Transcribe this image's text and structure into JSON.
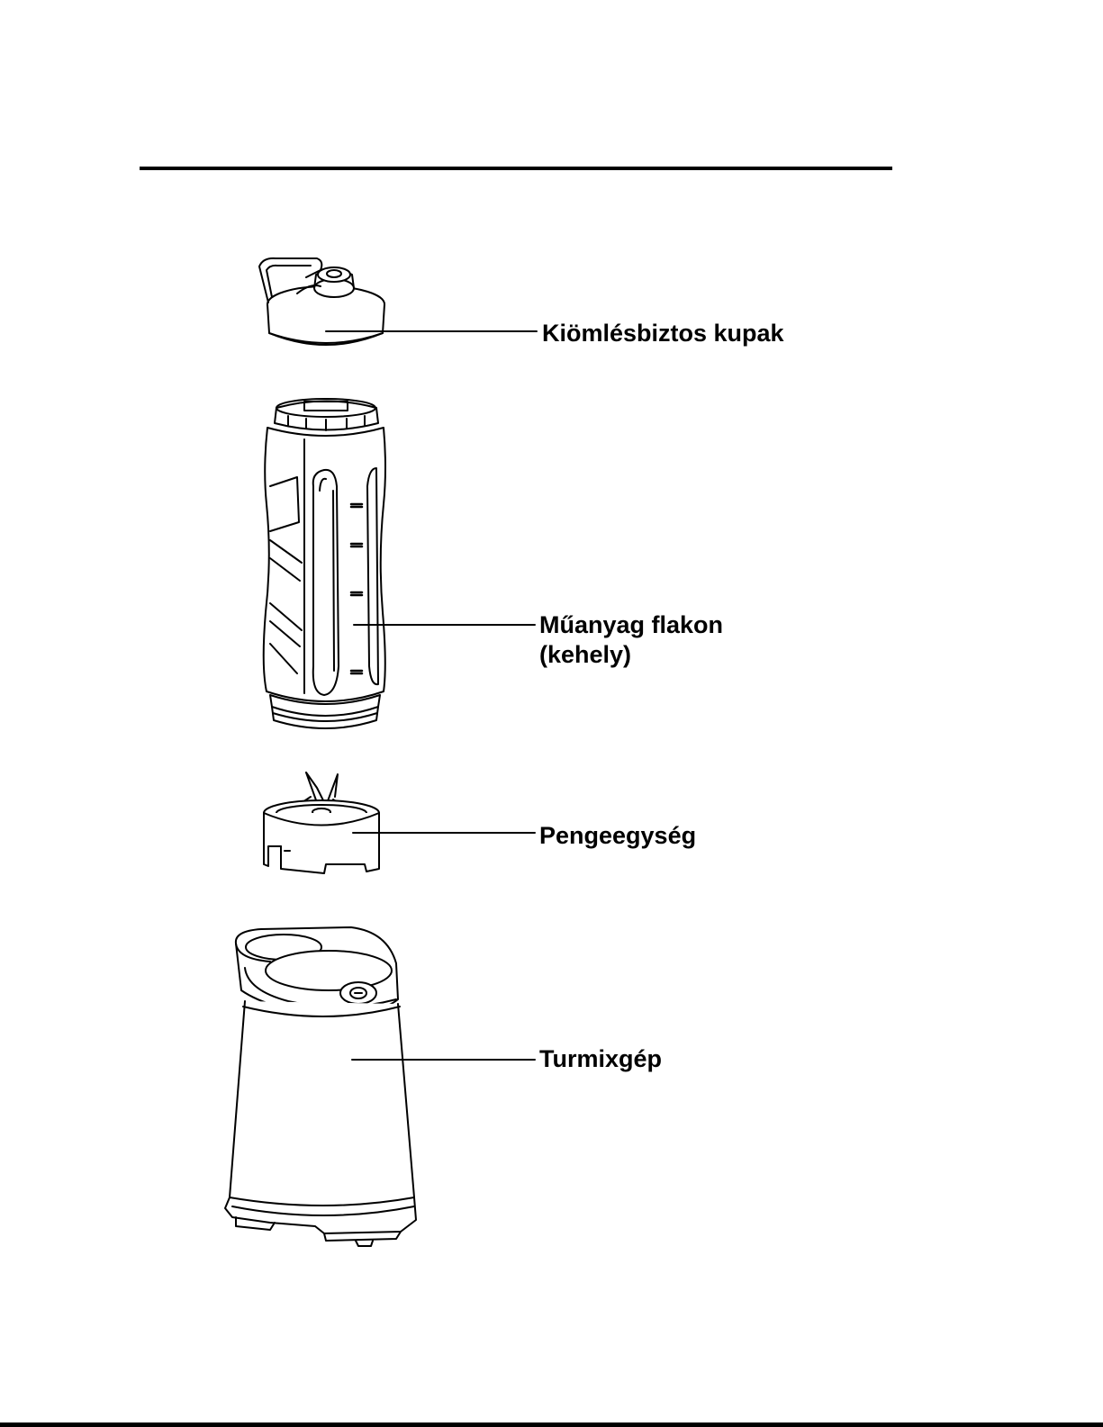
{
  "parts": {
    "lid": {
      "label": "Kiömlésbiztos kupak"
    },
    "bottle": {
      "label_line1": "Műanyag flakon",
      "label_line2": "(kehely)"
    },
    "blade": {
      "label": "Pengeegység"
    },
    "base": {
      "label": "Turmixgép"
    }
  },
  "colors": {
    "line": "#000000",
    "background": "#ffffff"
  }
}
